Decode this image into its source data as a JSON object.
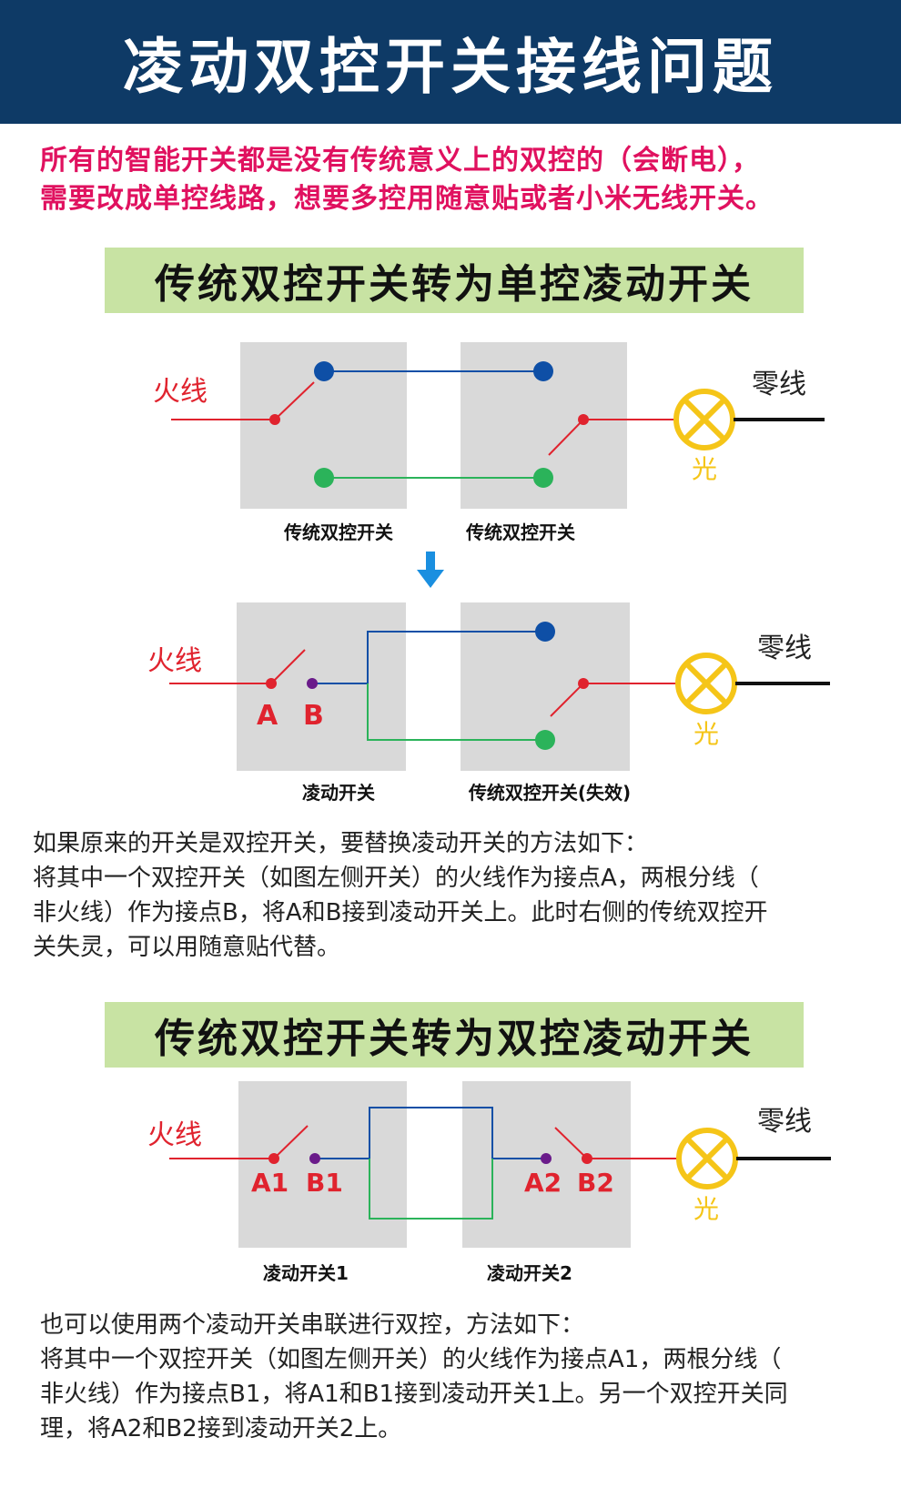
{
  "header": {
    "title": "凌动双控开关接线问题"
  },
  "notice": {
    "line1": "所有的智能开关都是没有传统意义上的双控的（会断电），",
    "line2": "需要改成单控线路，想要多控用随意贴或者小米无线开关。"
  },
  "section1": {
    "heading": "传统双控开关转为单控凌动开关",
    "top": {
      "live_label": "火线",
      "neutral_label": "零线",
      "lamp_label": "光",
      "switch_left_caption": "传统双控开关",
      "switch_right_caption": "传统双控开关"
    },
    "bottom": {
      "live_label": "火线",
      "neutral_label": "零线",
      "lamp_label": "光",
      "point_a": "A",
      "point_b": "B",
      "switch_left_caption": "凌动开关",
      "switch_right_caption": "传统双控开关(失效)"
    },
    "desc": {
      "line1": "如果原来的开关是双控开关，要替换凌动开关的方法如下：",
      "line2": "将其中一个双控开关（如图左侧开关）的火线作为接点A，两根分线（",
      "line3": "非火线）作为接点B，将A和B接到凌动开关上。此时右侧的传统双控开",
      "line4": "关失灵，可以用随意贴代替。"
    }
  },
  "section2": {
    "heading": "传统双控开关转为双控凌动开关",
    "diagram": {
      "live_label": "火线",
      "neutral_label": "零线",
      "lamp_label": "光",
      "point_a1": "A1",
      "point_b1": "B1",
      "point_a2": "A2",
      "point_b2": "B2",
      "switch_left_caption": "凌动开关1",
      "switch_right_caption": "凌动开关2"
    },
    "desc": {
      "line1": "也可以使用两个凌动开关串联进行双控，方法如下：",
      "line2": "将其中一个双控开关（如图左侧开关）的火线作为接点A1，两根分线（",
      "line3": "非火线）作为接点B1，将A1和B1接到凌动开关1上。另一个双控开关同",
      "line4": "理，将A2和B2接到凌动开关2上。"
    }
  },
  "colors": {
    "header_bg": "#0e3a66",
    "notice_text": "#e0115f",
    "band_bg": "#c8e3a3",
    "switch_panel": "#d9d9d9",
    "live_wire": "#e0232e",
    "blue_terminal": "#0e4fa6",
    "green_terminal": "#2bb35a",
    "purple_terminal": "#6a1b8a",
    "lamp": "#f5c518",
    "arrow": "#1a8fe0"
  }
}
